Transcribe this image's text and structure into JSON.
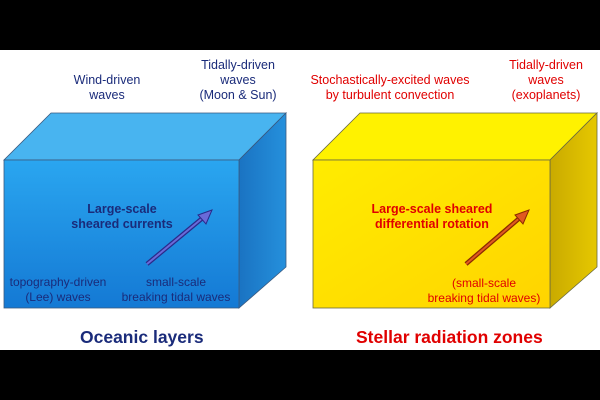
{
  "ocean": {
    "top_left_label": [
      "Wind-driven",
      "waves"
    ],
    "top_right_label": [
      "Tidally-driven",
      "waves",
      "(Moon & Sun)"
    ],
    "center_label": [
      "Large-scale",
      "sheared currents"
    ],
    "bottom_left_label": [
      "topography-driven",
      "(Lee) waves"
    ],
    "bottom_right_label": [
      "small-scale",
      "breaking tidal waves"
    ],
    "caption": "Oceanic layers",
    "colors": {
      "front": "#1e8fe6",
      "top": "#44b0ee",
      "side": "#1b77c4",
      "text": "#1a2b7a"
    }
  },
  "star": {
    "top_left_label": [
      "Stochastically-excited waves",
      "by turbulent convection"
    ],
    "top_right_label": [
      "Tidally-driven",
      "waves",
      "(exoplanets)"
    ],
    "center_label": [
      "Large-scale sheared",
      "differential rotation"
    ],
    "bottom_right_label": [
      "(small-scale",
      "breaking tidal waves)"
    ],
    "caption": "Stellar radiation zones",
    "colors": {
      "front": "#ffe000",
      "top": "#fff000",
      "side": "#d6b800",
      "text": "#e00000"
    }
  }
}
